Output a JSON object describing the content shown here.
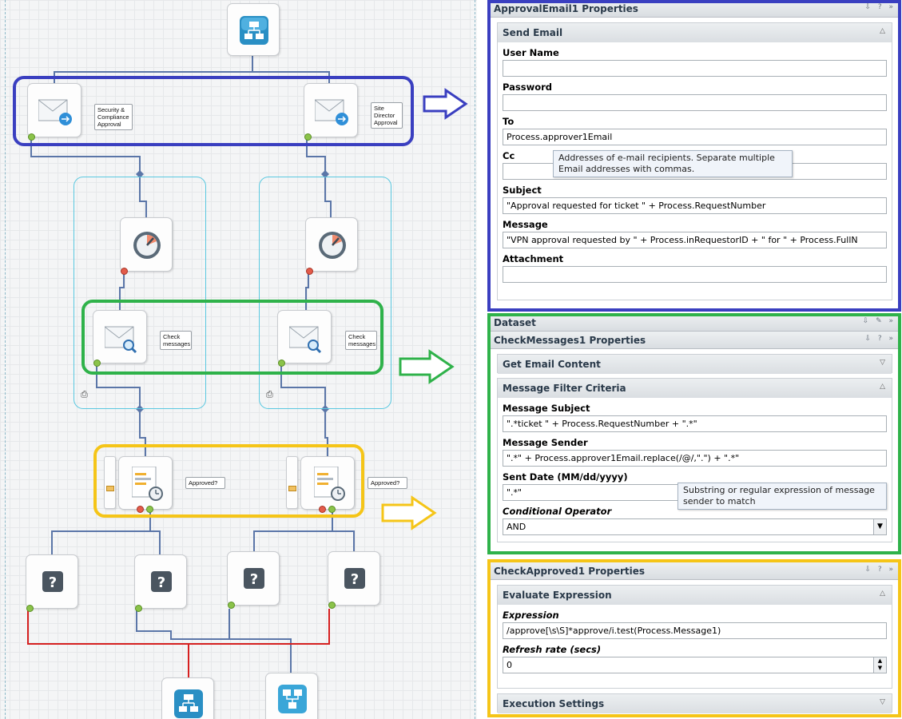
{
  "canvas": {
    "labels": {
      "security": "Security & Compliance Approval",
      "site_director": "Site Director Approval",
      "check1": "Check messages",
      "check2": "Check messages",
      "approved1": "Approved?",
      "approved2": "Approved?"
    },
    "icons": {
      "start": "workflow-start-icon",
      "email": "send-email-icon",
      "timer": "timer-icon",
      "check": "check-messages-icon",
      "evaluate": "evaluate-expression-icon",
      "decision": "question-mark-icon",
      "end": "workflow-end-icon",
      "subprocess": "subprocess-icon"
    },
    "colors": {
      "highlight_blue": "#3a3fc0",
      "highlight_green": "#2fb24a",
      "highlight_yellow": "#f5c518",
      "wire": "#5b76a8",
      "error_wire": "#d62020"
    }
  },
  "approval_email": {
    "title": "ApprovalEmail1 Properties",
    "section": "Send Email",
    "user_name_label": "User Name",
    "user_name_value": "",
    "password_label": "Password",
    "password_value": "",
    "to_label": "To",
    "to_value": "Process.approver1Email",
    "cc_label": "Cc",
    "cc_value": "",
    "subject_label": "Subject",
    "subject_value": "\"Approval requested for ticket \" + Process.RequestNumber",
    "message_label": "Message",
    "message_value": "\"VPN approval requested by \" + Process.inRequestorID + \" for \" + Process.FullN",
    "attachment_label": "Attachment",
    "attachment_value": "",
    "tooltip": "Addresses of e-mail recipients. Separate multiple Email addresses with commas."
  },
  "check_messages": {
    "dataset_title": "Dataset",
    "title": "CheckMessages1 Properties",
    "section1": "Get Email Content",
    "section2": "Message Filter Criteria",
    "subject_label": "Message Subject",
    "subject_value": "\".*ticket \" + Process.RequestNumber + \".*\"",
    "sender_label": "Message Sender",
    "sender_value": "\".*\" + Process.approver1Email.replace(/@/,\".\") + \".*\"",
    "date_label": "Sent Date (MM/dd/yyyy)",
    "date_value": "\".*\"",
    "operator_label": "Conditional Operator",
    "operator_value": "AND",
    "tooltip": "Substring or regular expression of message sender to match"
  },
  "check_approved": {
    "title": "CheckApproved1 Properties",
    "section1": "Evaluate Expression",
    "expression_label": "Expression",
    "expression_value": "/approve[\\s\\S]*approve/i.test(Process.Message1)",
    "refresh_label": "Refresh rate (secs)",
    "refresh_value": "0",
    "section2": "Execution Settings"
  }
}
